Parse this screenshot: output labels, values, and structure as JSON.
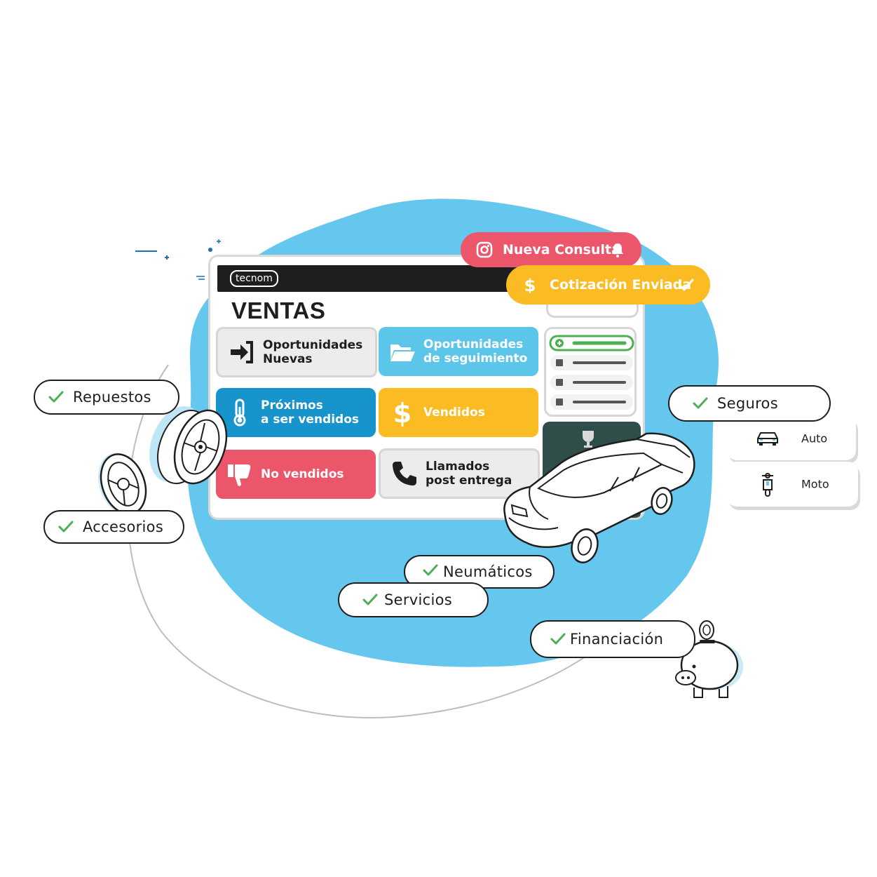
{
  "dashboard": {
    "brand": "tecnom",
    "title": "VENTAS",
    "tiles": [
      {
        "label": "Oportunidades\nNuevas",
        "icon": "sign-in-icon"
      },
      {
        "label": "Oportunidades\nde seguimiento",
        "icon": "folder-open-icon"
      },
      {
        "label": "Próximos\na ser vendidos",
        "icon": "thermometer-icon"
      },
      {
        "label": "Vendidos",
        "icon": "dollar-icon"
      },
      {
        "label": "No vendidos",
        "icon": "thumbs-down-icon"
      },
      {
        "label": "Llamados\npost entrega",
        "icon": "phone-icon"
      }
    ]
  },
  "notifications": {
    "new_query": {
      "label": "Nueva Consulta",
      "icon_left": "instagram-icon",
      "icon_right": "bell-icon",
      "color": "#ec566a"
    },
    "quote_sent": {
      "label": "Cotización Enviada",
      "icon_left": "dollar-icon",
      "icon_right": "check-icon",
      "color": "#fbbb22"
    }
  },
  "tags": {
    "repuestos": "Repuestos",
    "accesorios": "Accesorios",
    "seguros": "Seguros",
    "neumaticos": "Neumáticos",
    "servicios": "Servicios",
    "financiacion": "Financiación"
  },
  "insurance_options": [
    {
      "label": "Auto",
      "icon": "car-icon"
    },
    {
      "label": "Moto",
      "icon": "scooter-icon"
    }
  ],
  "colors": {
    "blob": "#66c7ee",
    "check": "#4caf50",
    "dark": "#1e1e1e"
  }
}
